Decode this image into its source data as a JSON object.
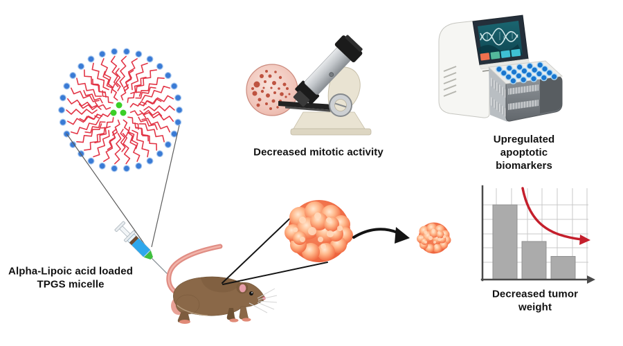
{
  "figure": {
    "micelle_label": "Alpha-Lipoic acid loaded\nTPGS micelle",
    "microscope_caption": "Decreased mitotic activity",
    "pcr_caption": "Upregulated apoptotic biomarkers",
    "chart_caption": "Decreased tumor weight"
  },
  "icons": {
    "micelle-illustration": "circle of blue heads with red tails and green drug core",
    "syringe-icon": "angled syringe with blue barrel and green tip",
    "mouse-icon": "brown mouse facing right with pink tail",
    "tumor-large-icon": "large red lobulated tumor mass",
    "tumor-small-icon": "small red lobulated tumor mass",
    "shrink-arrow-icon": "black curved right arrow",
    "microscope-icon": "gray microscope on beige stand",
    "tissue-slide-icon": "pink histology section with red nuclei",
    "pcr-machine-icon": "thermocycler with DNA screen and open tube drawer",
    "bar-chart-illustration": "three decreasing gray bars with red declining arrow"
  },
  "colors": {
    "background": "#ffffff",
    "text": "#111111",
    "micelle_head": "#3a7bd5",
    "micelle_tail": "#e23546",
    "drug_core": "#3ccf28",
    "syringe_liquid": "#2ea7ec",
    "mouse_body": "#8a6848",
    "tumor": "#ee5e3a",
    "chart_bar": "#ababab",
    "chart_trend": "#c41f2c"
  },
  "chart_data": {
    "type": "bar",
    "categories": [
      "",
      "",
      ""
    ],
    "values": [
      100,
      51,
      31
    ],
    "title": "Decreased tumor weight",
    "xlabel": "",
    "ylabel": "",
    "ylim": [
      0,
      124
    ],
    "grid": true,
    "legend": false,
    "trend_arrow": "decreasing",
    "bar_color": "#ababab",
    "trend_color": "#c41f2c"
  }
}
